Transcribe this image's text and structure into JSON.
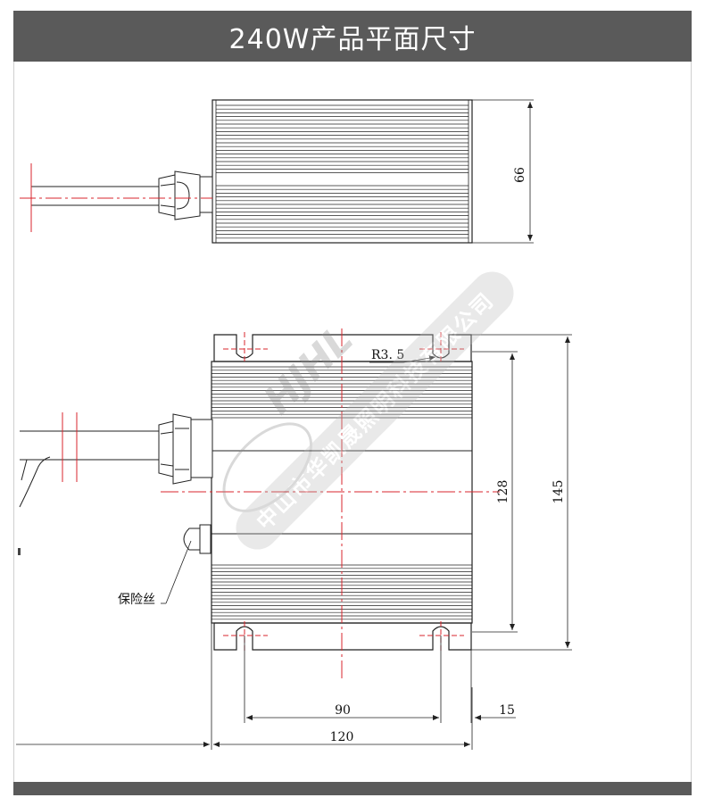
{
  "header": {
    "title": "240W产品平面尺寸"
  },
  "dimensions": {
    "top_view_height": "66",
    "hole_radius": "R3. 5",
    "body_height": "128",
    "overall_height": "145",
    "hole_spacing": "90",
    "flange_offset": "15",
    "overall_width": "120"
  },
  "labels": {
    "fuse": "保险丝"
  },
  "watermark": {
    "brand": "HJHL",
    "company": "中山市华凯晟照明科技有限公司"
  },
  "colors": {
    "header": "#5a5a5a",
    "centerline": "#d8262c",
    "line": "#222222"
  }
}
